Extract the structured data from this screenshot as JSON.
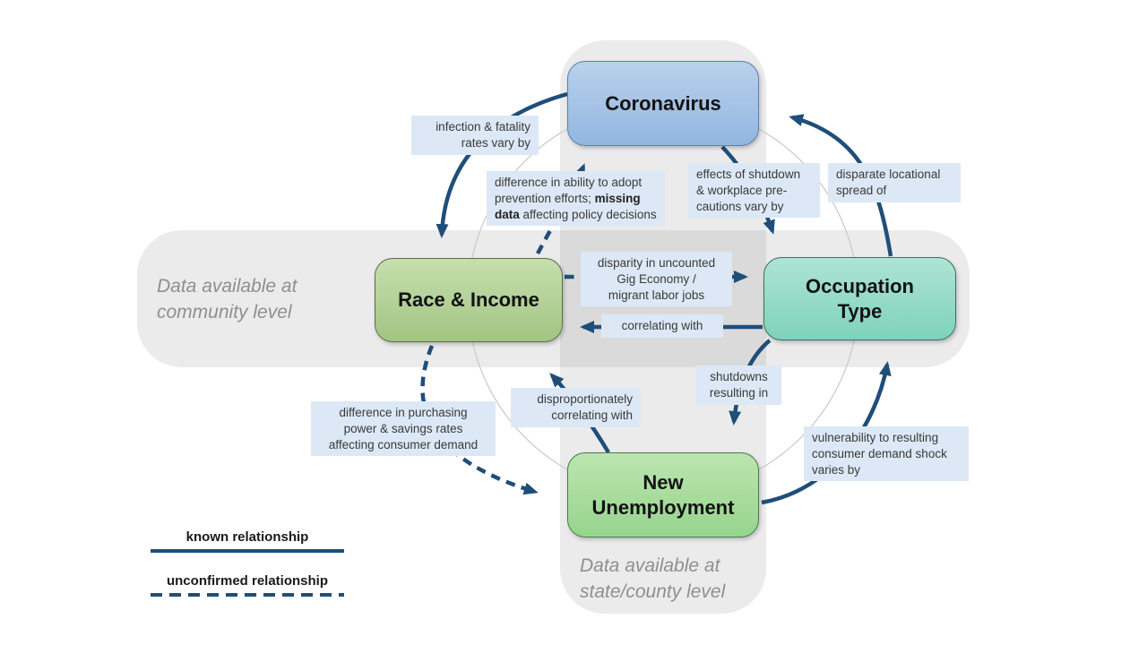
{
  "nodes": {
    "coronavirus": {
      "label": "Coronavirus",
      "color": "#a5c4e7"
    },
    "race_income": {
      "label": "Race & Income",
      "color": "#b4d198"
    },
    "occupation_type": {
      "label": "Occupation\nType",
      "color": "#96dbc7"
    },
    "new_unemployment": {
      "label": "New\nUnemployment",
      "color": "#a9dc9f"
    }
  },
  "edges": {
    "infection_fatality": {
      "label": "infection & fatality\nrates vary by",
      "from": "coronavirus",
      "to": "race_income",
      "relationship": "known"
    },
    "prevention": {
      "pre": "difference in ability to adopt prevention efforts; ",
      "bold": "missing data",
      "post": " affecting policy decisions",
      "from": "race_income",
      "to": "coronavirus",
      "relationship": "unconfirmed"
    },
    "shutdown_effects": {
      "label": "effects of shutdown\n& workplace pre-\ncautions vary by",
      "from": "coronavirus",
      "to": "occupation_type",
      "relationship": "known"
    },
    "locational_spread": {
      "label": "disparate locational\nspread of",
      "from": "occupation_type",
      "to": "coronavirus",
      "relationship": "known"
    },
    "gig_economy": {
      "label": "disparity in uncounted\nGig Economy /\nmigrant labor jobs",
      "from": "race_income",
      "to": "occupation_type",
      "relationship": "unconfirmed"
    },
    "correlating": {
      "label": "correlating with",
      "from": "occupation_type",
      "to": "race_income",
      "relationship": "known"
    },
    "shutdowns_resulting": {
      "label": "shutdowns\nresulting in",
      "from": "occupation_type",
      "to": "new_unemployment",
      "relationship": "known"
    },
    "disproportionately": {
      "label": "disproportionately\ncorrelating with",
      "from": "new_unemployment",
      "to": "race_income",
      "relationship": "known"
    },
    "vulnerability": {
      "label": "vulnerability to resulting\nconsumer demand shock\nvaries by",
      "from": "new_unemployment",
      "to": "occupation_type",
      "relationship": "known"
    },
    "purchasing_power": {
      "label": "difference in purchasing\npower & savings rates\naffecting consumer demand",
      "from": "race_income",
      "to": "new_unemployment",
      "relationship": "unconfirmed"
    }
  },
  "bands": {
    "community": {
      "label": "Data available at\ncommunity level"
    },
    "state_county": {
      "label": "Data available at\nstate/county level"
    }
  },
  "legend": {
    "known": "known relationship",
    "unconfirmed": "unconfirmed relationship"
  },
  "colors": {
    "arrow": "#1f4e79",
    "label_bg": "#dce8f5",
    "band_gray": "#ebebeb",
    "band_text": "#8f8f8f"
  }
}
